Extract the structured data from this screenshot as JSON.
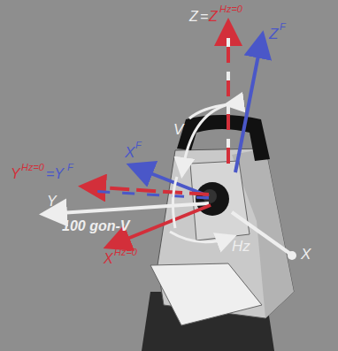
{
  "diagram": {
    "labels": [
      "Z",
      "=",
      "Z",
      "Hz=0",
      "Z",
      "F",
      "V",
      "X",
      "F",
      "Y",
      "Hz=0",
      "=Y",
      "F",
      "Y",
      "100 gon-V",
      "X",
      "Hz=0",
      "Hz",
      "X"
    ]
  }
}
